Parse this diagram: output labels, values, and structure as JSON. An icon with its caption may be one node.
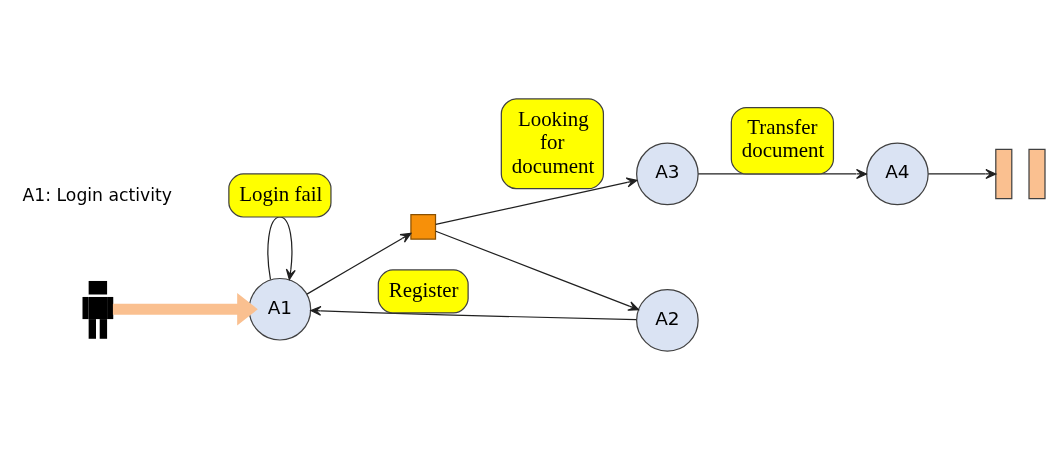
{
  "diagram": {
    "nodes": [
      {
        "text": [],
        "shape": "person"
      },
      {
        "text": [
          "A1"
        ]
      },
      {
        "text": [],
        "shape": "box"
      },
      {
        "text": [
          "A3"
        ]
      },
      {
        "text": [
          "A2"
        ]
      },
      {
        "text": [
          "A4"
        ]
      },
      {
        "text": [],
        "shape": "bar"
      }
    ],
    "edges": [
      {
        "from": 0,
        "to": 1,
        "arrow": "to",
        "style": "thick",
        "color": "#fac090"
      },
      {
        "from": 1,
        "to": 1,
        "arrow": "to",
        "label": "Login fail"
      },
      {
        "from": 1,
        "to": 2,
        "arrow": "to"
      },
      {
        "from": 2,
        "to": 3,
        "arrow": "to",
        "label": "Looking for document"
      },
      {
        "from": 2,
        "to": 4,
        "arrow": "to"
      },
      {
        "from": 4,
        "to": 1,
        "arrow": "to",
        "label": "Register"
      },
      {
        "from": 3,
        "to": 5,
        "arrow": "to",
        "label": "Transfer document"
      },
      {
        "from": 5,
        "to": 6,
        "arrow": "to"
      }
    ],
    "labels": [
      "A1: Login activity"
    ]
  }
}
